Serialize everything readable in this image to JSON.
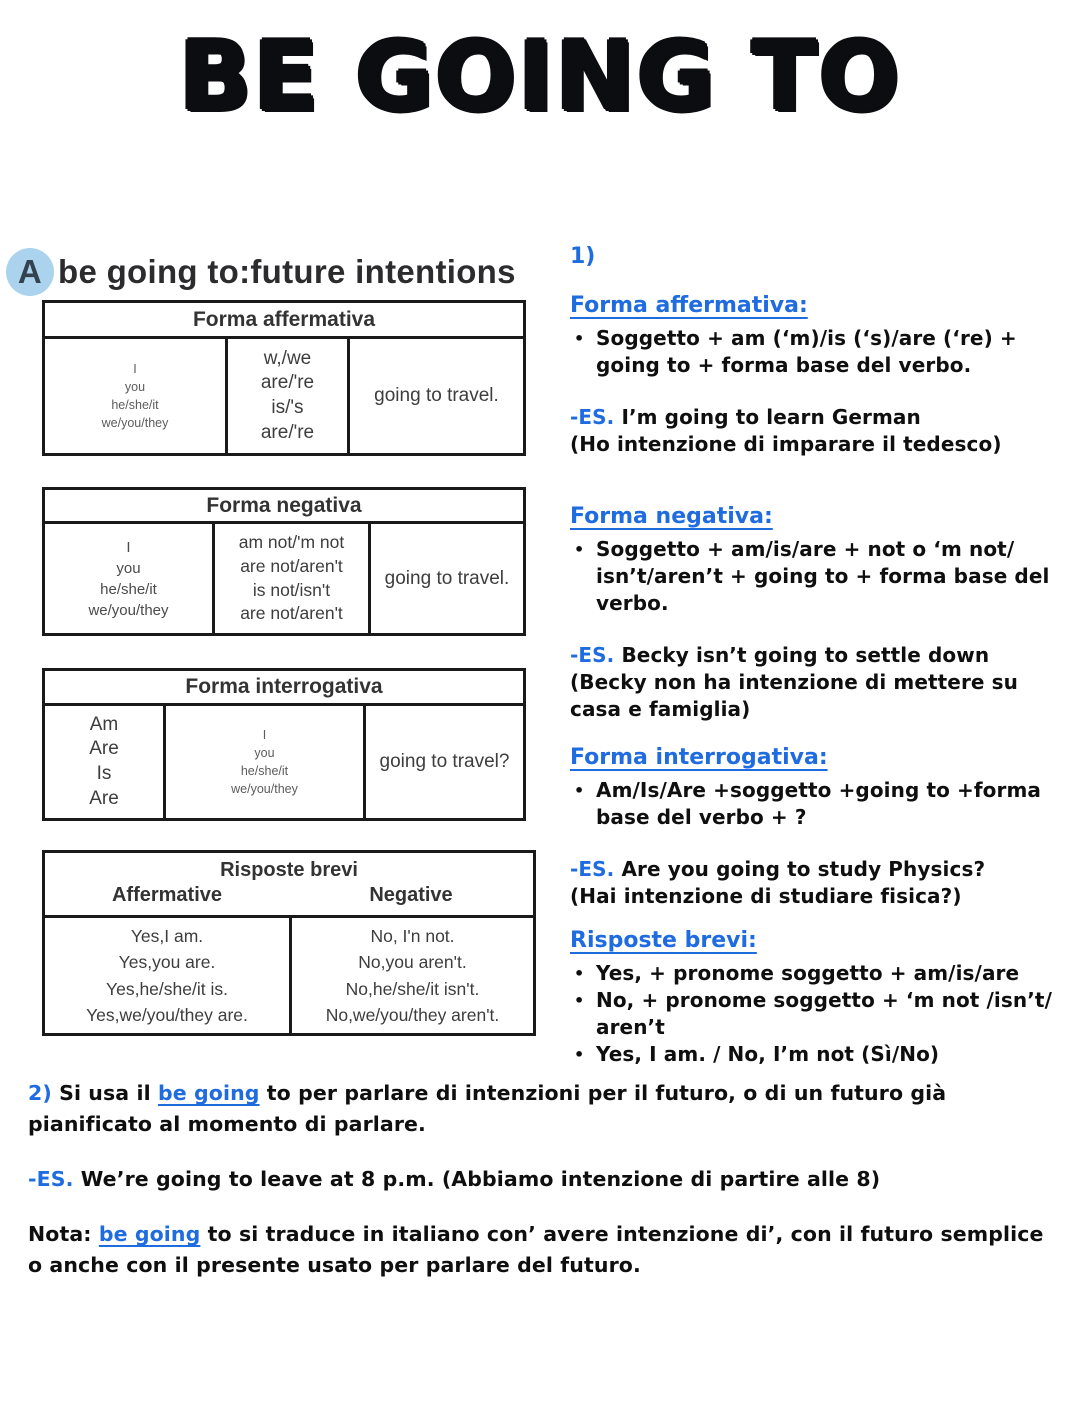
{
  "page": {
    "title": "BE GOING TO"
  },
  "colors": {
    "accent_blue": "#1f6be0",
    "badge_circle": "#abd3ee",
    "table_border": "#1a1a1a"
  },
  "heading": {
    "badge": "A",
    "text": "be going to:future intentions"
  },
  "tables": {
    "affermativa": {
      "title": "Forma affermativa",
      "subjects": [
        "I",
        "you",
        "he/she/it",
        "we/you/they"
      ],
      "verbs": [
        "w,/we",
        "are/'re",
        "is/'s",
        "are/'re"
      ],
      "complement": "going to travel."
    },
    "negativa": {
      "title": "Forma negativa",
      "subjects": [
        "I",
        "you",
        "he/she/it",
        "we/you/they"
      ],
      "verbs": [
        "am not/'m not",
        "are not/aren't",
        "is not/isn't",
        "are not/aren't"
      ],
      "complement": "going to travel."
    },
    "interrogativa": {
      "title": "Forma interrogativa",
      "verbs": [
        "Am",
        "Are",
        "Is",
        "Are"
      ],
      "subjects": [
        "I",
        "you",
        "he/she/it",
        "we/you/they"
      ],
      "complement": "going to travel?"
    },
    "risposte": {
      "title": "Risposte brevi",
      "col_affirmative": "Affermative",
      "col_negative": "Negative",
      "affirmative_rows": [
        "Yes,I am.",
        "Yes,you are.",
        "Yes,he/she/it is.",
        "Yes,we/you/they are."
      ],
      "negative_rows": [
        "No, I'n not.",
        "No,you aren't.",
        "No,he/she/it isn't.",
        "No,we/you/they aren't."
      ]
    }
  },
  "notes": {
    "number": "1)",
    "affermativa": {
      "heading": "Forma affermativa:",
      "bullet": "Soggetto + am (‘m)/is (‘s)/are (‘re) + going to + forma base del verbo.",
      "example_label": "-ES.",
      "example": " I’m going to learn German",
      "translation": "(Ho intenzione di imparare il tedesco)"
    },
    "negativa": {
      "heading": "Forma negativa:",
      "bullet": "Soggetto + am/is/are + not o ‘m not/ isn’t/aren’t + going to + forma base del verbo.",
      "example_label": "-ES.",
      "example": " Becky isn’t going to settle down",
      "translation": "(Becky non ha intenzione di mettere su casa e famiglia)"
    },
    "interrogativa": {
      "heading": "Forma interrogativa:",
      "bullet": "Am/Is/Are +soggetto +going to +forma base del verbo + ?",
      "example_label": "-ES.",
      "example": " Are you going to study Physics?",
      "translation": "(Hai intenzione di studiare fisica?)"
    },
    "risposte": {
      "heading": "Risposte brevi:",
      "bullets": [
        "Yes, + pronome soggetto + am/is/are",
        "No, + pronome soggetto + ‘m not /isn’t/ aren’t",
        "Yes, I am. / No, I’m not (Sì/No)"
      ]
    }
  },
  "footer": {
    "rule2_number": "2)",
    "rule2_pre": " Si usa il ",
    "rule2_link": "be going",
    "rule2_post": " to per parlare di intenzioni per il futuro, o di un futuro già pianificato al momento di parlare.",
    "example_label": "-ES.",
    "example": " We’re going to leave at 8 p.m.  (Abbiamo intenzione di partire alle 8)",
    "nota_label": "Nota: ",
    "nota_link": "be going",
    "nota_post": " to si traduce in italiano con’ avere intenzione di’, con il futuro semplice o anche con il presente usato per parlare del futuro."
  }
}
